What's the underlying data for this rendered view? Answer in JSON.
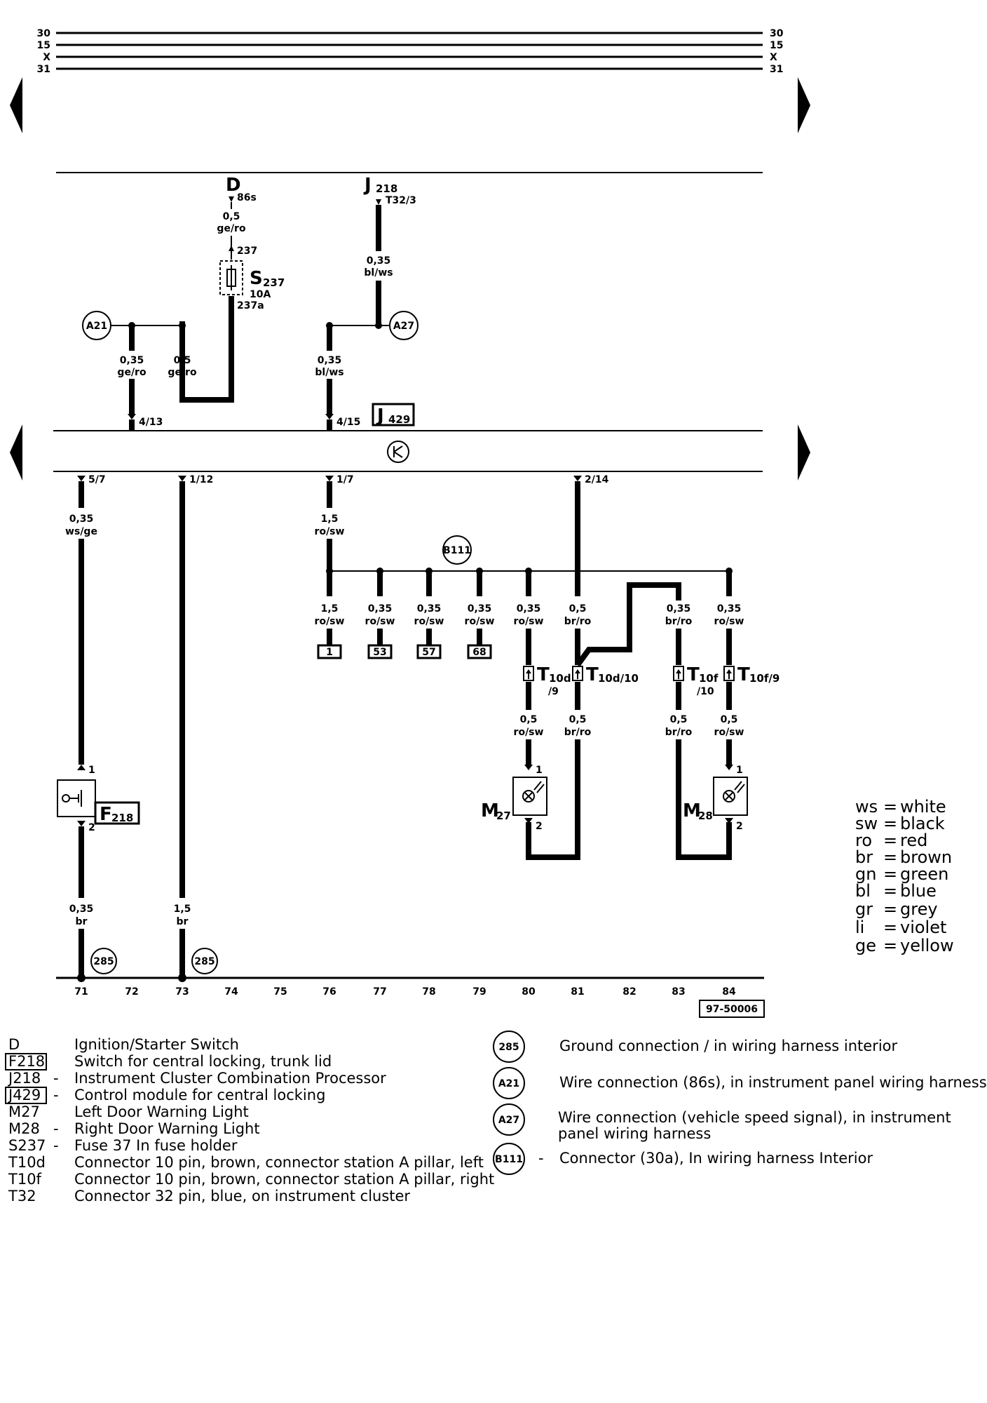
{
  "top_bus": [
    "30",
    "15",
    "X",
    "31"
  ],
  "components": {
    "D": {
      "name": "D",
      "pin": "86s"
    },
    "J218": {
      "name": "J",
      "sub": "218",
      "pin": "T32/3"
    },
    "S237": {
      "name": "S",
      "sub": "237",
      "rating": "10A",
      "pin_top": "237",
      "pin_bottom": "237a"
    },
    "J429": {
      "name": "J",
      "sub": "429"
    },
    "F218": {
      "name": "F",
      "sub": "218"
    },
    "M27": {
      "name": "M",
      "sub": "27"
    },
    "M28": {
      "name": "M",
      "sub": "28"
    }
  },
  "nodes": {
    "A21": "A21",
    "A27": "A27",
    "B111": "B111",
    "g285a": "285",
    "g285b": "285"
  },
  "wires": {
    "d_wire": [
      "0,5",
      "ge/ro"
    ],
    "j218_wire": [
      "0,35",
      "bl/ws"
    ],
    "a21_left": [
      "0,35",
      "ge/ro"
    ],
    "a21_right": [
      "0,5",
      "ge/ro"
    ],
    "a27_left": [
      "0,35",
      "bl/ws"
    ],
    "w71": [
      "0,35",
      "ws/ge"
    ],
    "w76": [
      "1,5",
      "ro/sw"
    ],
    "b1": [
      "1,5",
      "ro/sw"
    ],
    "b2": [
      "0,35",
      "ro/sw"
    ],
    "b3": [
      "0,35",
      "ro/sw"
    ],
    "b4": [
      "0,35",
      "ro/sw"
    ],
    "b5": [
      "0,35",
      "ro/sw"
    ],
    "b6": [
      "0,5",
      "br/ro"
    ],
    "b7": [
      "0,35",
      "br/ro"
    ],
    "b8": [
      "0,35",
      "ro/sw"
    ],
    "m1": [
      "0,5",
      "ro/sw"
    ],
    "m2": [
      "0,5",
      "br/ro"
    ],
    "m3": [
      "0,5",
      "br/ro"
    ],
    "m4": [
      "0,5",
      "ro/sw"
    ],
    "g71": [
      "0,35",
      "br"
    ],
    "g73": [
      "1,5",
      "br"
    ]
  },
  "pins": {
    "j429_in1": "4/13",
    "j429_in2": "4/15",
    "o71": "5/7",
    "o73": "1/12",
    "o76": "1/7",
    "o81": "2/14",
    "f1": "1",
    "f2": "2",
    "m27_1": "1",
    "m27_2": "2",
    "m28_1": "1",
    "m28_2": "2"
  },
  "connectors": {
    "t10d9": {
      "name": "T",
      "sub": "10d",
      "pin": "/9"
    },
    "t10d10": {
      "name": "T",
      "sub": "10d/10"
    },
    "t10f10": {
      "name": "T",
      "sub": "10f",
      "pin": "/10"
    },
    "t10f9": {
      "name": "T",
      "sub": "10f/9"
    }
  },
  "box_labels": [
    "1",
    "53",
    "57",
    "68"
  ],
  "tracks": [
    "71",
    "72",
    "73",
    "74",
    "75",
    "76",
    "77",
    "78",
    "79",
    "80",
    "81",
    "82",
    "83",
    "84"
  ],
  "drawing_number": "97-50006",
  "color_legend": [
    [
      "ws",
      "white"
    ],
    [
      "sw",
      "black"
    ],
    [
      "ro",
      "red"
    ],
    [
      "br",
      "brown"
    ],
    [
      "gn",
      "green"
    ],
    [
      "bl",
      "blue"
    ],
    [
      "gr",
      "grey"
    ],
    [
      "li",
      "violet"
    ],
    [
      "ge",
      "yellow"
    ]
  ],
  "legend_left": [
    {
      "code": "D",
      "dash": "",
      "desc": "Ignition/Starter Switch"
    },
    {
      "code": "F218",
      "dash": "",
      "desc": "Switch for central locking, trunk lid"
    },
    {
      "code": "J218",
      "dash": "-",
      "desc": "Instrument Cluster Combination Processor"
    },
    {
      "code": "J429",
      "dash": "-",
      "desc": "Control module for central locking"
    },
    {
      "code": "M27",
      "dash": "",
      "desc": "Left Door Warning Light"
    },
    {
      "code": "M28",
      "dash": "-",
      "desc": "Right Door Warning Light"
    },
    {
      "code": "S237",
      "dash": "-",
      "desc": "Fuse 37 In fuse holder"
    },
    {
      "code": "T10d",
      "dash": "",
      "desc": "Connector 10 pin, brown, connector station A pillar, left"
    },
    {
      "code": "T10f",
      "dash": "",
      "desc": "Connector 10 pin, brown, connector station A pillar, right"
    },
    {
      "code": "T32",
      "dash": "",
      "desc": "Connector 32 pin, blue, on instrument cluster"
    }
  ],
  "legend_right": [
    {
      "sym": "285",
      "dash": "",
      "desc": "Ground connection  /  in wiring harness interior"
    },
    {
      "sym": "A21",
      "dash": "",
      "desc": "Wire connection (86s), in instrument panel wiring harness"
    },
    {
      "sym": "A27",
      "dash": "",
      "desc": "Wire connection (vehicle speed signal), in instrument panel wiring harness"
    },
    {
      "sym": "B111",
      "dash": "-",
      "desc": "Connector (30a), In wiring harness Interior"
    }
  ]
}
